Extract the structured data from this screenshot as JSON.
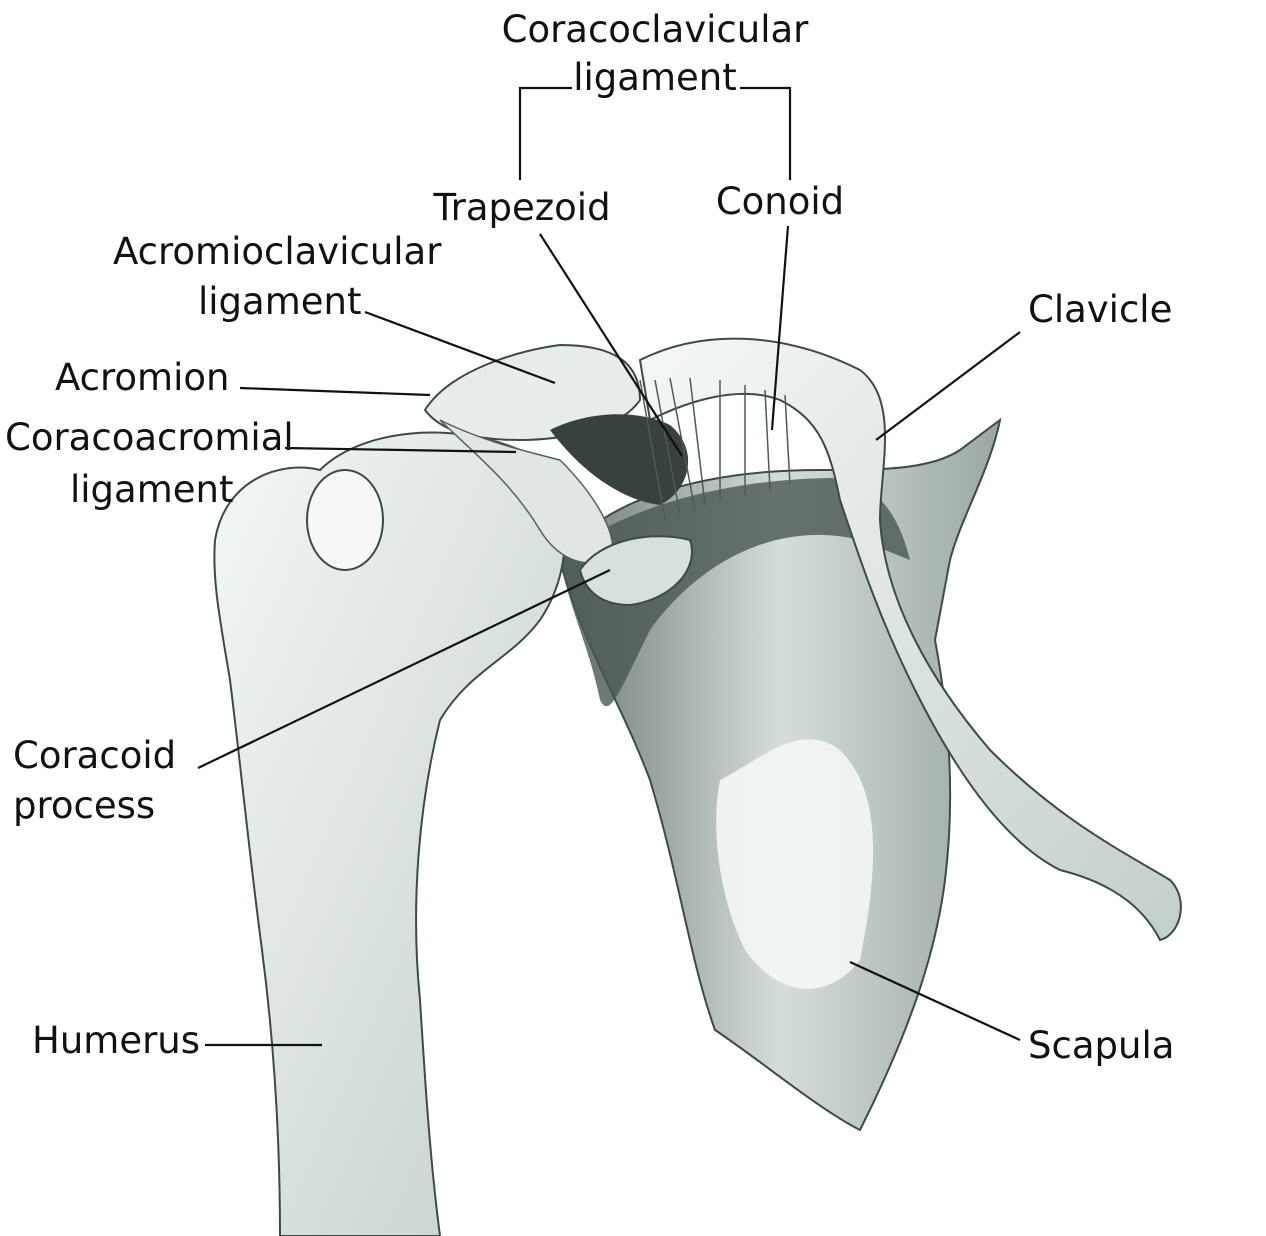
{
  "colors": {
    "bone_light": "#eef2f0",
    "bone_mid": "#c9d3cf",
    "shadow": "#55615d",
    "dark": "#2f3936",
    "text": "#111111"
  },
  "labels": {
    "coracoclavicular_1": "Coracoclavicular",
    "coracoclavicular_2": "ligament",
    "trapezoid": "Trapezoid",
    "conoid": "Conoid",
    "acromioclavicular_1": "Acromioclavicular",
    "acromioclavicular_2": "ligament",
    "clavicle": "Clavicle",
    "acromion": "Acromion",
    "coracoacromial_1": "Coracoacromial",
    "coracoacromial_2": "ligament",
    "coracoid_1": "Coracoid",
    "coracoid_2": "process",
    "humerus": "Humerus",
    "scapula": "Scapula"
  }
}
